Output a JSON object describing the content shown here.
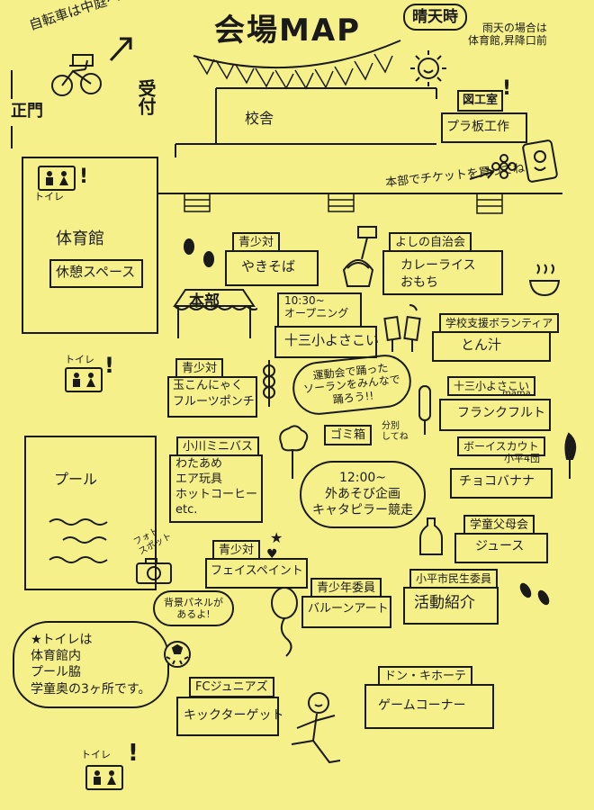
{
  "title": "会場MAP",
  "weather": {
    "sunny": "晴天時",
    "rain_note": "雨天の場合は\n体育館,昇降口前"
  },
  "bicycle_note": "自転車は中庭へ",
  "gate": "正門",
  "reception": "受付",
  "school_building": "校舎",
  "craft_room": {
    "label": "図工室",
    "activity": "プラ板工作"
  },
  "ticket_note": "本部でチケットを買ってね",
  "toilet_label": "トイレ",
  "gym": {
    "name": "体育館",
    "rest": "休憩スペース"
  },
  "pool": "プール",
  "headquarters": "本部",
  "booths": [
    {
      "id": "seishoutai-yakisoba",
      "org": "青少対",
      "items": "やきそば"
    },
    {
      "id": "yoshino",
      "org": "よしの自治会",
      "items": "カレーライス\nおもち"
    },
    {
      "id": "opening",
      "org": "10:30~\nオープニング",
      "items": "十三小よさこい"
    },
    {
      "id": "school-support",
      "org": "学校支援ボランティア",
      "items": "とん汁"
    },
    {
      "id": "seishoutai-konnyaku",
      "org": "青少対",
      "items": "玉こんにゃく\nフルーツポンチ"
    },
    {
      "id": "yosakoi-mama",
      "org": "十三小よさこい",
      "sub": "mama",
      "items": "フランクフルト"
    },
    {
      "id": "minibus",
      "org": "小川ミニバス",
      "items": "わたあめ\nエア玩具\nホットコーヒー\netc."
    },
    {
      "id": "scout",
      "org": "ボーイスカウト",
      "sub": "小平4団",
      "items": "チョコバナナ"
    },
    {
      "id": "gakudou",
      "org": "学童父母会",
      "items": "ジュース"
    },
    {
      "id": "seishoutai-face",
      "org": "青少対",
      "items": "フェイスペイント"
    },
    {
      "id": "youth-committee",
      "org": "青少年委員",
      "items": "バルーンアート"
    },
    {
      "id": "minsei",
      "org": "小平市民生委員",
      "items": "活動紹介"
    },
    {
      "id": "fc-junior",
      "org": "FCジュニアズ",
      "items": "キックターゲット"
    },
    {
      "id": "donki",
      "org": "ドン・キホーテ",
      "items": "ゲームコーナー"
    }
  ],
  "bubble_soran": "運動会で踊った\nソーランをみんなで\n踊ろう!!",
  "garbage": {
    "label": "ゴミ箱",
    "note": "分別\nしてね"
  },
  "event_bubble": "12:00~\n外あそび企画\nキャタピラー競走",
  "photo_spot": "フォト\nスポット",
  "panel_bubble": "背景パネルが\nあるよ!",
  "toilet_note": "★トイレは\n体育館内\nプール脇\n学童奥の3ヶ所です。"
}
